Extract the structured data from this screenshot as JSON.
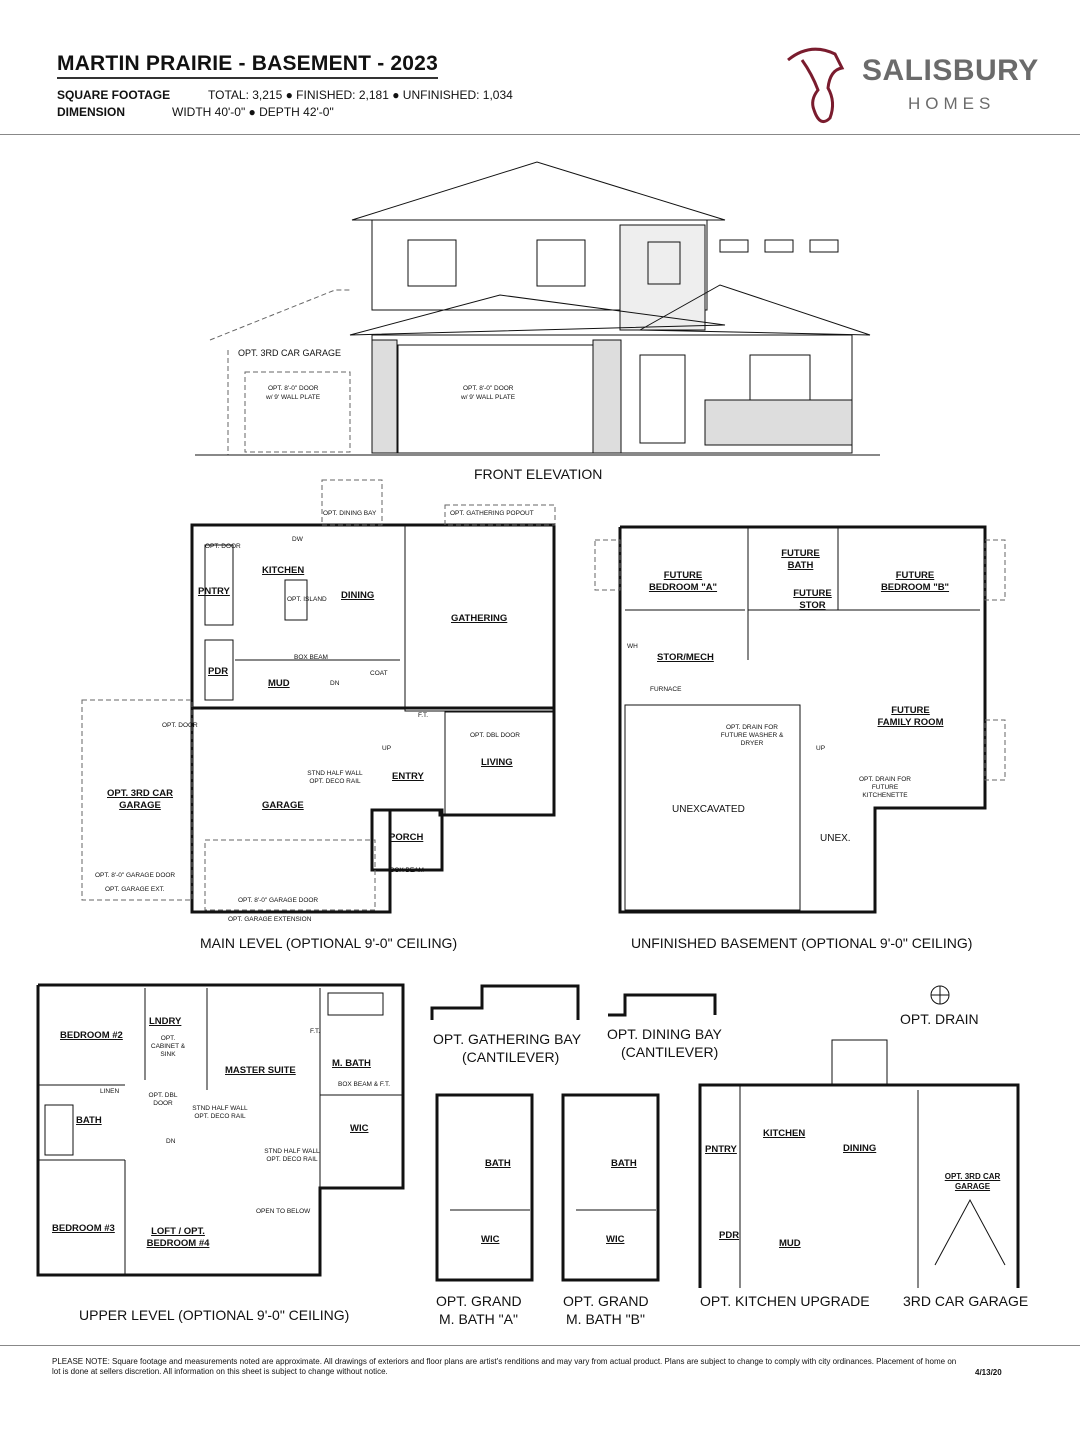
{
  "header": {
    "title": "MARTIN PRAIRIE - BASEMENT - 2023",
    "square_footage_label": "SQUARE FOOTAGE",
    "square_footage_value": "TOTAL: 3,215 ● FINISHED: 2,181 ● UNFINISHED: 1,034",
    "dimension_label": "DIMENSION",
    "dimension_value": "WIDTH 40'-0\" ● DEPTH 42'-0\""
  },
  "logo": {
    "brand": "SALISBURY",
    "sub": "HOMES"
  },
  "elevation": {
    "caption": "FRONT ELEVATION",
    "opt_garage": "OPT. 3RD CAR GARAGE",
    "door1": "OPT. 8'-0\" DOOR",
    "door1b": "w/ 9' WALL PLATE",
    "door2": "OPT. 8'-0\" DOOR",
    "door2b": "w/ 9' WALL PLATE"
  },
  "main_level": {
    "caption": "MAIN LEVEL (OPTIONAL 9'-0\" CEILING)",
    "labels": [
      "OPT. DINING BAY",
      "OPT. GATHERING POPOUT",
      "KITCHEN",
      "DINING",
      "GATHERING",
      "PNTRY",
      "PDR",
      "MUD",
      "OPT. 3RD CAR GARAGE",
      "GARAGE",
      "ENTRY",
      "LIVING",
      "PORCH"
    ],
    "small": [
      "OPT. DOOR",
      "OPT. ISLAND",
      "BOX BEAM",
      "DW",
      "DN",
      "UP",
      "COAT",
      "F.T.",
      "OPT. DBL DOOR",
      "STND HALF WALL OPT. DECO RAIL",
      "OPT. 8'-0\" GARAGE DOOR",
      "OPT. GARAGE EXT.",
      "OPT. 8'-0\" GARAGE DOOR",
      "OPT. GARAGE EXTENSION",
      "OPT. DOOR",
      "BOX BEAM"
    ]
  },
  "basement": {
    "caption": "UNFINISHED BASEMENT (OPTIONAL 9'-0\" CEILING)",
    "labels": [
      "FUTURE BEDROOM \"A\"",
      "FUTURE BATH",
      "FUTURE STOR",
      "FUTURE BEDROOM \"B\"",
      "STOR/MECH",
      "FUTURE FAMILY ROOM",
      "UNEXCAVATED",
      "UNEX."
    ],
    "small": [
      "WH",
      "FURNACE",
      "OPT. DRAIN FOR FUTURE WASHER & DRYER",
      "OPT. DRAIN FOR FUTURE KITCHENETTE",
      "UP"
    ]
  },
  "upper_level": {
    "caption": "UPPER LEVEL (OPTIONAL 9'-0\" CEILING)",
    "labels": [
      "BEDROOM #2",
      "LNDRY",
      "MASTER SUITE",
      "M. BATH",
      "BATH",
      "WIC",
      "BEDROOM #3",
      "LOFT / OPT. BEDROOM #4"
    ],
    "small": [
      "OPT. CABINET & SINK",
      "LINEN",
      "OPT. DBL DOOR",
      "STND HALF WALL OPT. DECO RAIL",
      "STND HALF WALL OPT. DECO RAIL",
      "BOX BEAM & F.T.",
      "OPEN TO BELOW",
      "DN",
      "F.T."
    ]
  },
  "options": {
    "gathering_bay": "OPT. GATHERING BAY",
    "gathering_bay_sub": "(CANTILEVER)",
    "dining_bay": "OPT. DINING BAY",
    "dining_bay_sub": "(CANTILEVER)",
    "drain": "OPT. DRAIN",
    "bath_a": "OPT. GRAND",
    "bath_a_sub": "M. BATH \"A\"",
    "bath_b": "OPT. GRAND",
    "bath_b_sub": "M. BATH \"B\"",
    "kitchen_upgrade": "OPT. KITCHEN UPGRADE",
    "garage3": "3RD CAR GARAGE",
    "bath_labels": [
      "BATH",
      "WIC",
      "BATH",
      "WIC"
    ],
    "kitchen_labels": [
      "KITCHEN",
      "DINING",
      "PNTRY",
      "PDR",
      "MUD",
      "OPT. 3RD CAR GARAGE"
    ]
  },
  "footer": {
    "note": "PLEASE NOTE: Square footage and measurements noted are approximate. All drawings of exteriors and floor plans are artist's renditions and may vary from actual product. Plans are subject to change to comply with city ordinances. Placement of home on lot is done at sellers discretion. All information on this sheet is subject to change without notice.",
    "date": "4/13/20"
  }
}
